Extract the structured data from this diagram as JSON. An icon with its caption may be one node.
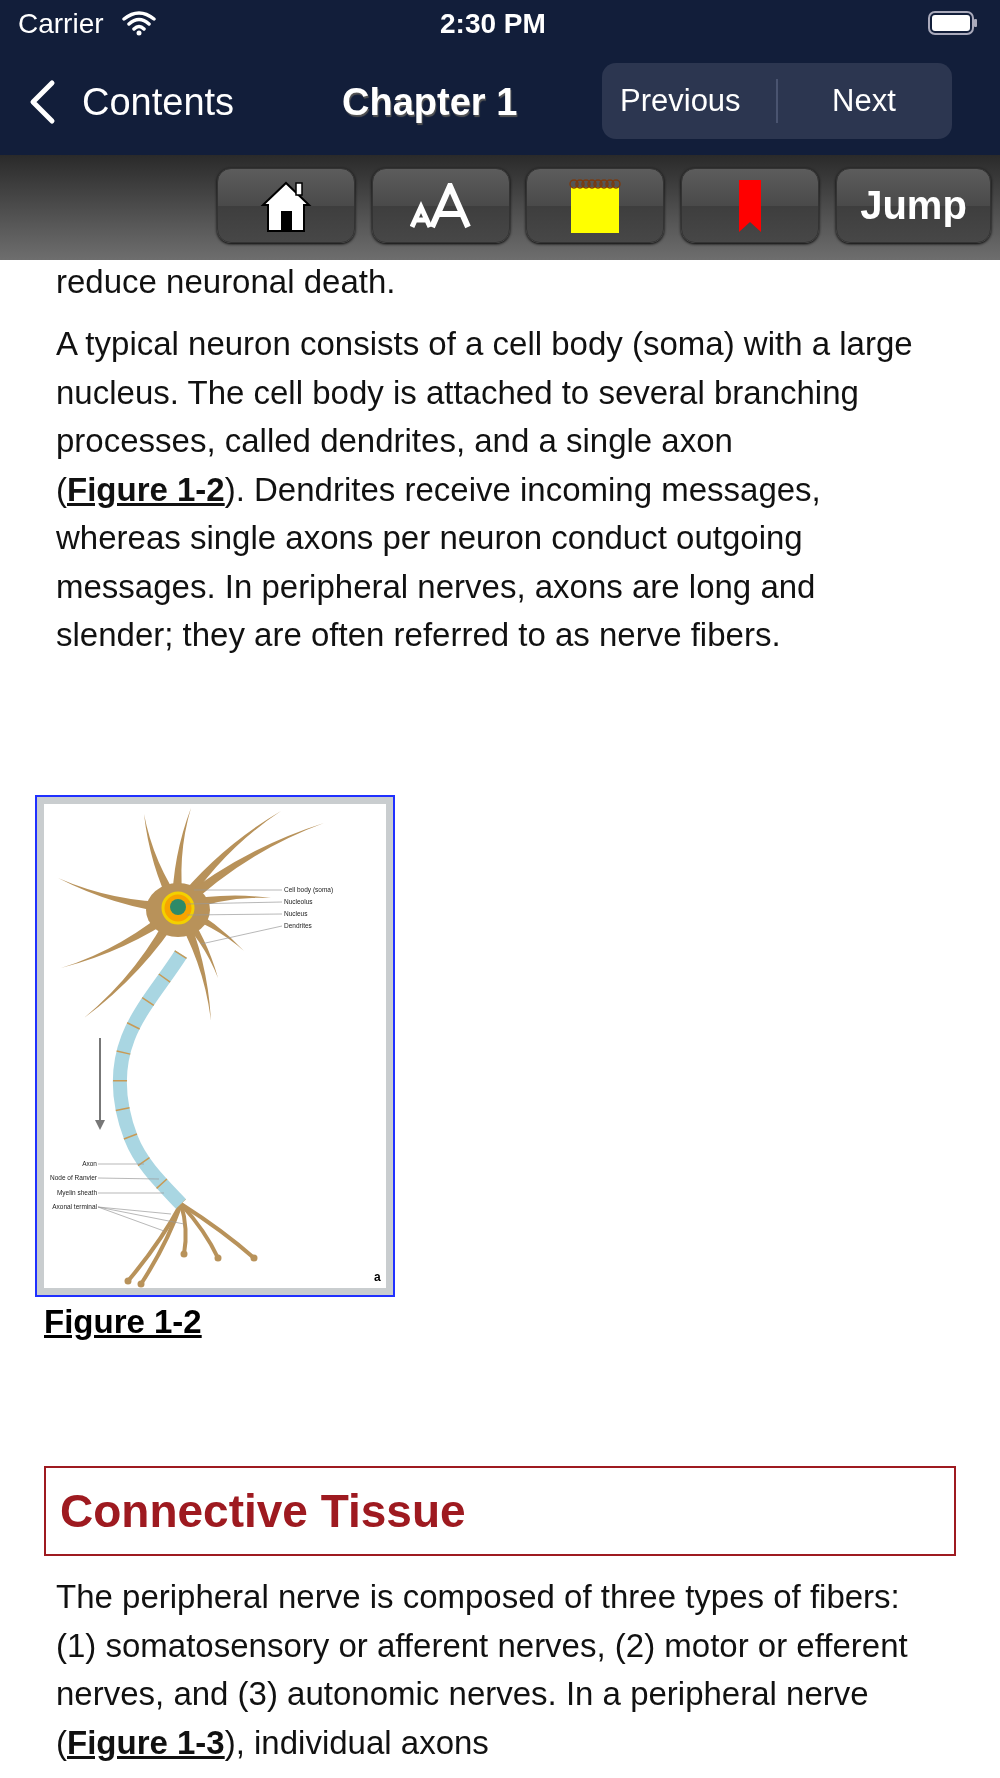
{
  "diagram": {
    "nodes": [
      {
        "text": [
          "Cell body (soma)"
        ]
      },
      {
        "text": [
          "Nucleolus"
        ]
      },
      {
        "text": [
          "Nucleus"
        ]
      },
      {
        "text": [
          "Dendrites"
        ]
      },
      {
        "text": [
          "Axon"
        ]
      },
      {
        "text": [
          "Node of Ranvier"
        ]
      },
      {
        "text": [
          "Myelin sheath"
        ]
      },
      {
        "text": [
          "Axonal terminal"
        ]
      }
    ],
    "edges": [
      {
        "from": 0,
        "to": null,
        "arrow": "none"
      },
      {
        "from": 1,
        "to": null,
        "arrow": "none"
      },
      {
        "from": 2,
        "to": null,
        "arrow": "none"
      },
      {
        "from": 3,
        "to": null,
        "arrow": "none"
      },
      {
        "from": 4,
        "to": null,
        "arrow": "none"
      },
      {
        "from": 5,
        "to": null,
        "arrow": "none"
      },
      {
        "from": 6,
        "to": null,
        "arrow": "none"
      },
      {
        "from": 7,
        "to": null,
        "arrow": "none"
      },
      {
        "from": 7,
        "to": null,
        "arrow": "none"
      },
      {
        "from": 7,
        "to": null,
        "arrow": "none"
      }
    ],
    "labels": [
      "Carrier",
      "2:30 PM",
      "Contents",
      "Chapter 1",
      "Previous",
      "Next",
      "Jump",
      "reduce neuronal death.",
      "A typical neuron consists of a cell body (soma) with a large nucleus. The cell body is attached to several branching processes, called dendrites, and a single axon (**Figure 1-2**). Dendrites receive incoming messages, whereas single axons per neuron conduct outgoing messages. In peripheral nerves, axons are long and slender; they are often referred to as nerve fibers.",
      "a",
      "Figure 1-2",
      "Connective Tissue",
      "The peripheral nerve is composed of three types of fibers: (1) somatosensory or afferent nerves, (2) motor or efferent nerves, and (3) autonomic nerves. In a peripheral nerve (**Figure 1-3**), individual axons"
    ]
  }
}
